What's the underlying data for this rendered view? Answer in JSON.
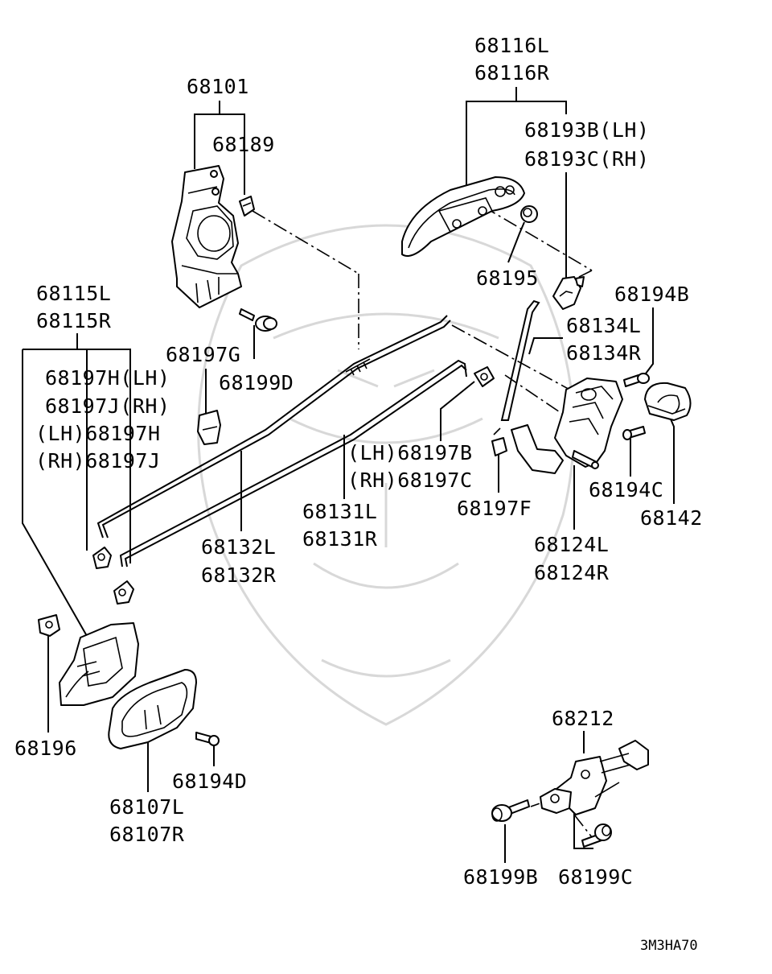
{
  "labels": {
    "l68101": "68101",
    "l68189": "68189",
    "l68116L": "68116L",
    "l68116R": "68116R",
    "l68193B": "68193B(LH)",
    "l68193C": "68193C(RH)",
    "l68195": "68195",
    "l68194B": "68194B",
    "l68115L": "68115L",
    "l68115R": "68115R",
    "l68197G": "68197G",
    "l68199D": "68199D",
    "l68134L": "68134L",
    "l68134R": "68134R",
    "l68197H_lh": "68197H(LH)",
    "l68197J_rh": "68197J(RH)",
    "l68197H_b": "(LH)68197H",
    "l68197J_b": "(RH)68197J",
    "l68197B": "(LH)68197B",
    "l68197C": "(RH)68197C",
    "l68131L": "68131L",
    "l68131R": "68131R",
    "l68197F": "68197F",
    "l68194C": "68194C",
    "l68142": "68142",
    "l68132L": "68132L",
    "l68132R": "68132R",
    "l68124L": "68124L",
    "l68124R": "68124R",
    "l68196": "68196",
    "l68194D": "68194D",
    "l68107L": "68107L",
    "l68107R": "68107R",
    "l68212": "68212",
    "l68199B": "68199B",
    "l68199C": "68199C",
    "diagram_code": "3M3HA70"
  }
}
